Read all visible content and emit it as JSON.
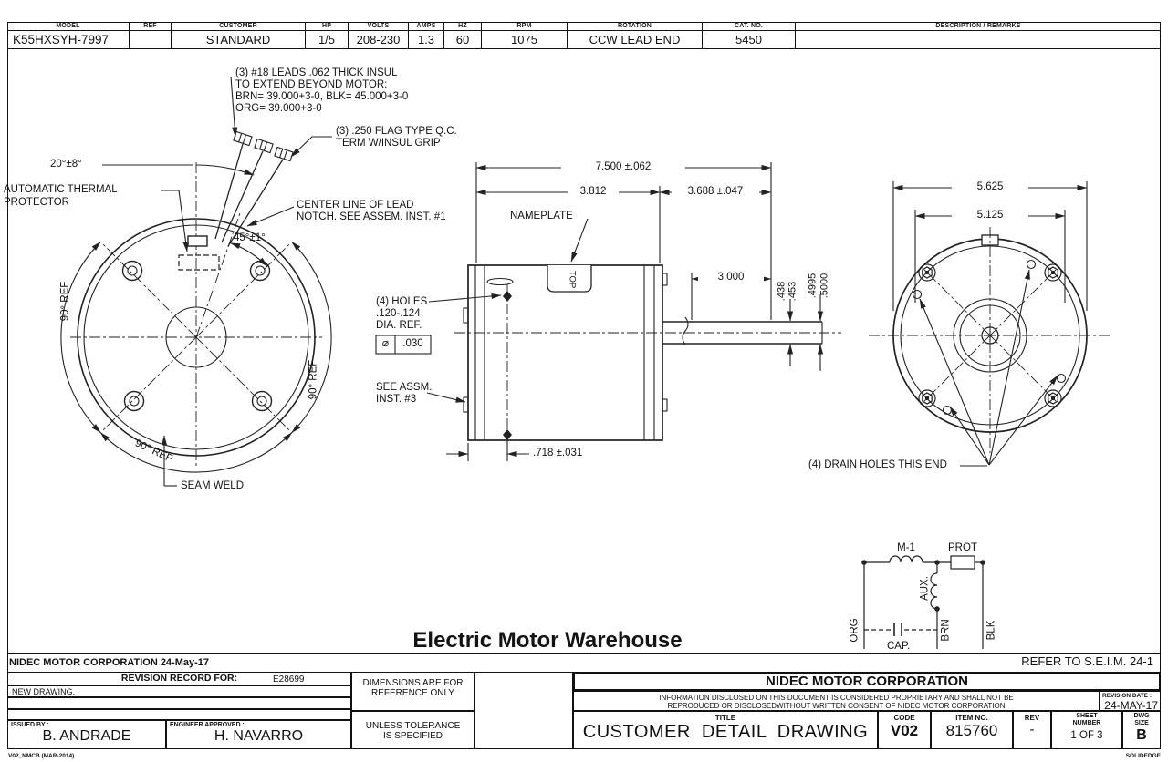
{
  "colors": {
    "ink": "#222222",
    "paper": "#ffffff"
  },
  "spec_table": {
    "headers": [
      "MODEL",
      "REF",
      "CUSTOMER",
      "HP",
      "VOLTS",
      "AMPS",
      "HZ",
      "RPM",
      "ROTATION",
      "CAT. NO.",
      "DESCRIPTION / REMARKS"
    ],
    "values": [
      "K55HXSYH-7997",
      "",
      "STANDARD",
      "1/5",
      "208-230",
      "1.3",
      "60",
      "1075",
      "CCW LEAD END",
      "5450",
      ""
    ]
  },
  "front_view": {
    "leads_note_line1": "(3) #18 LEADS .062 THICK INSUL",
    "leads_note_line2": "TO EXTEND BEYOND MOTOR:",
    "leads_note_line3": "BRN= 39.000+3-0, BLK= 45.000+3-0",
    "leads_note_line4": "ORG= 39.000+3-0",
    "flag_note_line1": "(3) .250 FLAG TYPE Q.C.",
    "flag_note_line2": "TERM W/INSUL GRIP",
    "angle_20": "20°±8°",
    "angle_45": "45°±1°",
    "thermal_line1": "AUTOMATIC THERMAL",
    "thermal_line2": "PROTECTOR",
    "center_note_line1": "CENTER LINE OF LEAD",
    "center_note_line2": "NOTCH. SEE ASSEM. INST. #1",
    "ref_90_left": "90° REF",
    "ref_90_right": "90° REF",
    "ref_90_bottom": "90° REF",
    "seam_weld": "SEAM WELD"
  },
  "side_view": {
    "dim_overall": "7.500 ±.062",
    "dim_body": "3.812",
    "dim_rear": "3.688 ±.047",
    "nameplate": "NAMEPLATE",
    "top_marker": "TOP",
    "dim_shaft": "3.000",
    "flat_dim_1": ".438",
    "flat_dim_2": ".453",
    "dia_dim_1": ".4995",
    "dia_dim_2": ".5000",
    "holes_line1": "(4) HOLES",
    "holes_line2": ".120-.124",
    "holes_line3": "DIA. REF.",
    "fcf_dia": "⌀",
    "fcf_val": ".030",
    "assm_line1": "SEE ASSM.",
    "assm_line2": "INST. #3",
    "dim_hole": ".718 ±.031"
  },
  "rear_view": {
    "dim_outer": "5.625",
    "dim_inner": "5.125",
    "drain_note": "(4) DRAIN HOLES THIS END"
  },
  "schematic": {
    "main_coil": "M-1",
    "protector": "PROT",
    "aux_coil": "AUX.",
    "cap": "CAP.",
    "lead_org": "ORG",
    "lead_brn": "BRN",
    "lead_blk": "BLK"
  },
  "watermark": "Electric Motor Warehouse",
  "footer": {
    "corp_note": "NIDEC MOTOR CORPORATION 24-May-17",
    "seim_ref": "REFER TO S.E.I.M. 24-1",
    "revision_record_label": "REVISION RECORD FOR:",
    "revision_record_number": "E28699",
    "revision_note": "NEW DRAWING.",
    "dims_note_line1": "DIMENSIONS ARE FOR",
    "dims_note_line2": "REFERENCE ONLY",
    "tol_note_line1": "UNLESS TOLERANCE",
    "tol_note_line2": "IS SPECIFIED",
    "company": "NIDEC MOTOR CORPORATION",
    "proprietary_line1": "INFORMATION DISCLOSED ON THIS DOCUMENT IS CONSIDERED PROPRIETARY AND SHALL NOT BE",
    "proprietary_line2": "REPRODUCED OR DISCLOSEDWITHOUT WRITTEN CONSENT OF NIDEC MOTOR CORPORATION",
    "revision_date_label": "REVISION DATE :",
    "revision_date": "24-MAY-17",
    "issued_by_label": "ISSUED BY :",
    "issued_by": "B. ANDRADE",
    "engineer_label": "ENGINEER APPROVED :",
    "engineer": "H. NAVARRO",
    "title_label": "TITLE",
    "title": "CUSTOMER  DETAIL  DRAWING",
    "code_label": "CODE",
    "code": "V02",
    "item_label": "ITEM NO.",
    "item": "815760",
    "rev_label": "REV",
    "rev": "-",
    "sheet_label_1": "SHEET",
    "sheet_label_2": "NUMBER",
    "sheet": "1  OF  3",
    "dwg_label_1": "DWG",
    "dwg_label_2": "SIZE",
    "dwg": "B",
    "form_code": "V02_NMCB (MAR-2014)",
    "cad_note": "SOLIDEDGE"
  }
}
